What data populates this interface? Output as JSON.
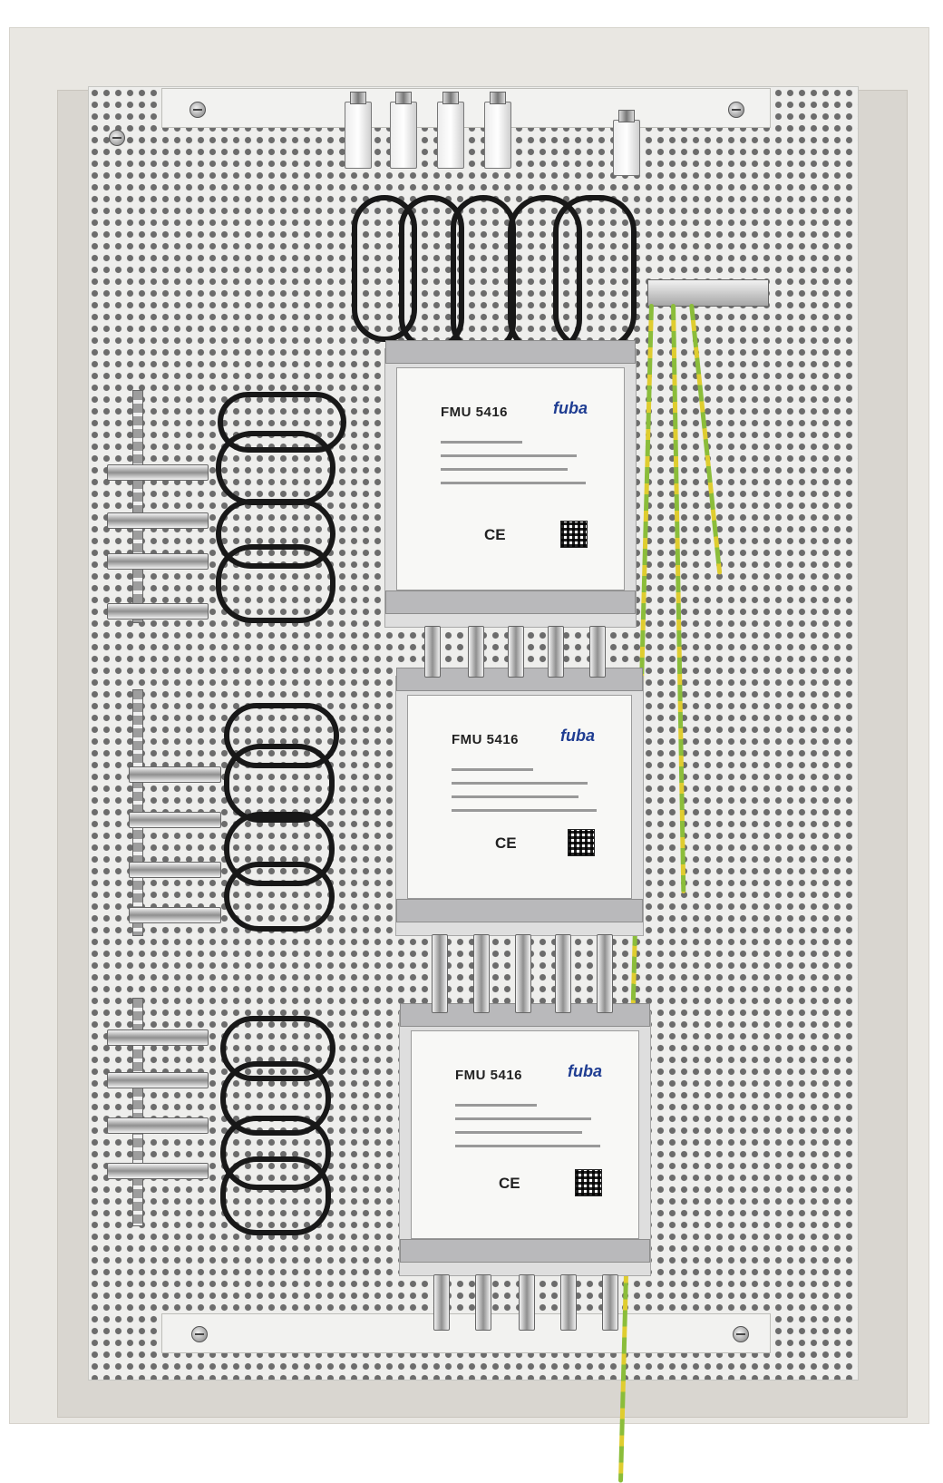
{
  "scene": {
    "description_items": [
      "cabinet",
      "perforated-plate",
      "multiswitch-modules",
      "coax-cables",
      "ground-wires"
    ]
  },
  "modules": [
    {
      "model": "FMU 5416",
      "brand": "fuba",
      "ce": "CE"
    },
    {
      "model": "FMU 5416",
      "brand": "fuba",
      "ce": "CE"
    },
    {
      "model": "FMU 5416",
      "brand": "fuba",
      "ce": "CE"
    }
  ]
}
